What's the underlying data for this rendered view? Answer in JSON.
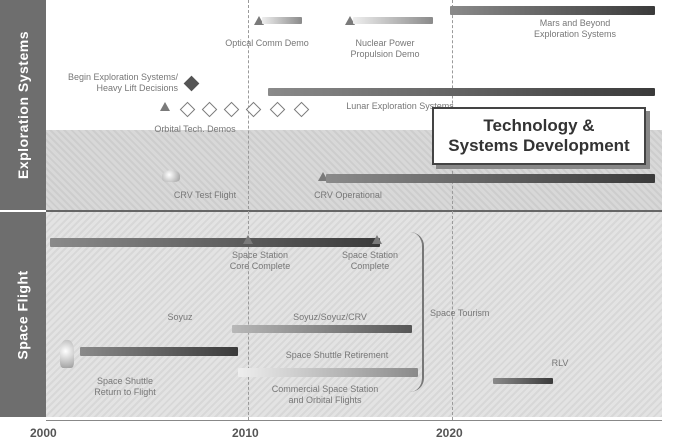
{
  "side_labels": {
    "exploration": "Exploration Systems",
    "space_flight": "Space Flight"
  },
  "axis": {
    "ticks": [
      "2000",
      "2010",
      "2020"
    ]
  },
  "callout": {
    "line1": "Technology &",
    "line2": "Systems Development"
  },
  "exploration_labels": {
    "optical_comm": "Optical Comm Demo",
    "nuclear_power": "Nuclear Power\nPropulsion Demo",
    "mars_beyond": "Mars and Beyond\nExploration Systems",
    "begin_exploration": "Begin Exploration Systems/\nHeavy Lift Decisions",
    "orbital_tech": "Orbital Tech. Demos",
    "lunar_exploration": "Lunar Exploration Systems",
    "crv_test_flight": "CRV Test Flight",
    "crv_operational": "CRV Operational"
  },
  "space_flight_labels": {
    "space_station_core": "Space Station\nCore Complete",
    "space_station_complete": "Space Station\nComplete",
    "soyuz": "Soyuz",
    "soyuz_crv": "Soyuz/Soyuz/CRV",
    "space_tourism": "Space Tourism",
    "shuttle_retirement": "Space Shuttle Retirement",
    "return_to_flight": "Space Shuttle\nReturn to Flight",
    "commercial": "Commercial Space Station\nand Orbital Flights",
    "rlv": "RLV"
  },
  "colors": {
    "band": "#6e6e6e",
    "bar_dark": "#3a3a3a",
    "milestone": "#7a7a7a"
  }
}
